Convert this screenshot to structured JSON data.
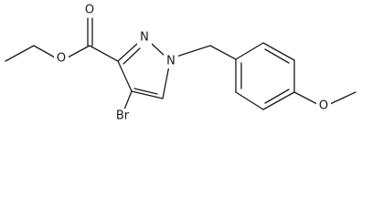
{
  "atoms": {
    "carbonyl_o": "O",
    "ester_o": "O",
    "n2": "N",
    "n1": "N",
    "br": "Br",
    "methoxy_o": "O"
  }
}
